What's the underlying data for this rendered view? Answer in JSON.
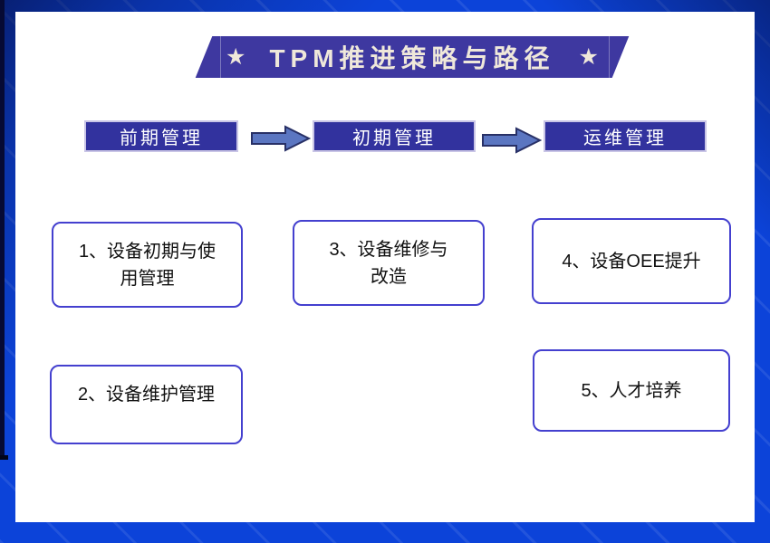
{
  "banner": {
    "title": "TPM推进策略与路径",
    "star": "★"
  },
  "stages": [
    {
      "label": "前期管理"
    },
    {
      "label": "初期管理"
    },
    {
      "label": "运维管理"
    }
  ],
  "cards": [
    {
      "text": "1、设备初期与使\n用管理"
    },
    {
      "text": "2、设备维护管理"
    },
    {
      "text": "3、设备维修与\n改造"
    },
    {
      "text": "4、设备OEE提升"
    },
    {
      "text": "5、人才培养"
    }
  ],
  "colors": {
    "frame_blue": "#0c43d9",
    "frame_dark_corner": "#060a34",
    "banner_fill": "#3e38a0",
    "banner_text": "#efe8da",
    "stage_fill": "#32329e",
    "stage_border": "#c9c5e6",
    "arrow_fill": "#5b76c1",
    "arrow_outline": "#283066",
    "card_border": "#4440cf",
    "card_text": "#111111"
  }
}
